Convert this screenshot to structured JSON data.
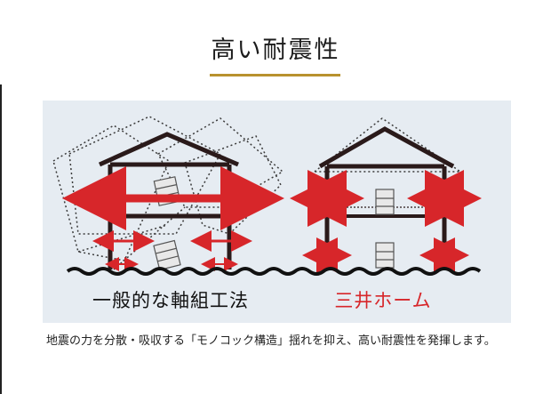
{
  "title": "高い耐震性",
  "labels": {
    "conventional": "一般的な軸組工法",
    "mitsui": "三井ホーム"
  },
  "description": "地震の力を分散・吸収する「モノコック構造」揺れを抑え、高い耐震性を発揮します。",
  "colors": {
    "accent_gold": "#B8922E",
    "panel_bg": "#E6ECF2",
    "force_red": "#D7262A",
    "house_dark": "#2A1A1A"
  },
  "icons": {
    "furniture": "cabinet-icon",
    "arrow": "force-arrow-icon"
  }
}
